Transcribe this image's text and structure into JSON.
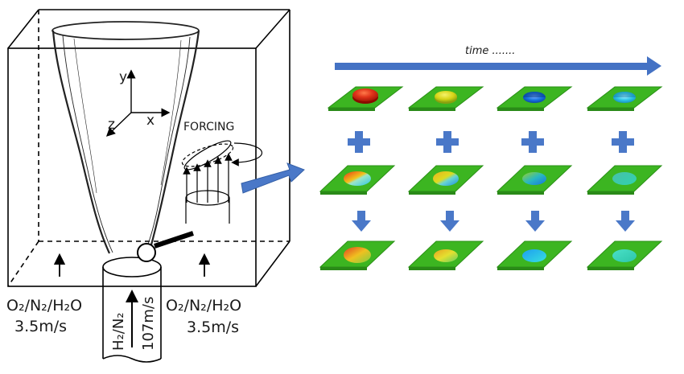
{
  "axes": {
    "y": "y",
    "x": "x",
    "z": "z"
  },
  "forcing_label": "FORCING",
  "inlet_left": {
    "species": "O₂/N₂/H₂O",
    "speed": "3.5m/s"
  },
  "inlet_right": {
    "species": "O₂/N₂/H₂O",
    "speed": "3.5m/s"
  },
  "jet": {
    "species": "H₂/N₂",
    "speed": "107m/s"
  },
  "time_label": "time .......",
  "colors": {
    "arrow_blue": "#4472c4",
    "plate_green": "#3cb521",
    "red": "#d82a12",
    "yellow": "#d6d417",
    "blue": "#1673e0",
    "cyan": "#2cc6e8"
  }
}
